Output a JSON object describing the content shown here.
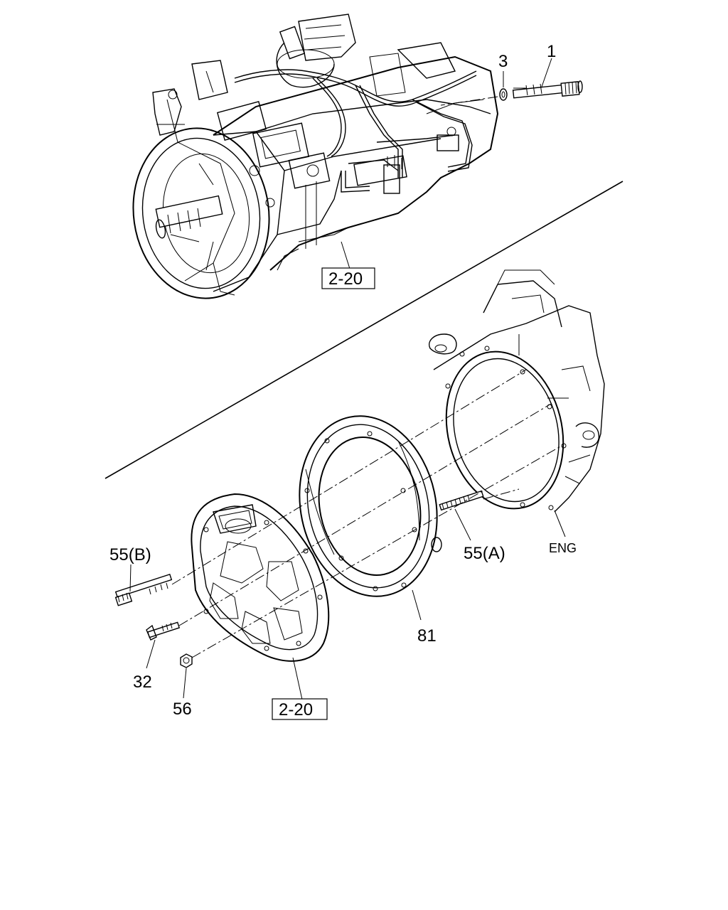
{
  "callouts": {
    "part_1": "1",
    "part_3": "3",
    "part_55b": "55(B)",
    "part_55a": "55(A)",
    "part_eng": "ENG",
    "part_81": "81",
    "part_32": "32",
    "part_56": "56"
  },
  "references": {
    "upper_ref": "2-20",
    "lower_ref": "2-20"
  }
}
